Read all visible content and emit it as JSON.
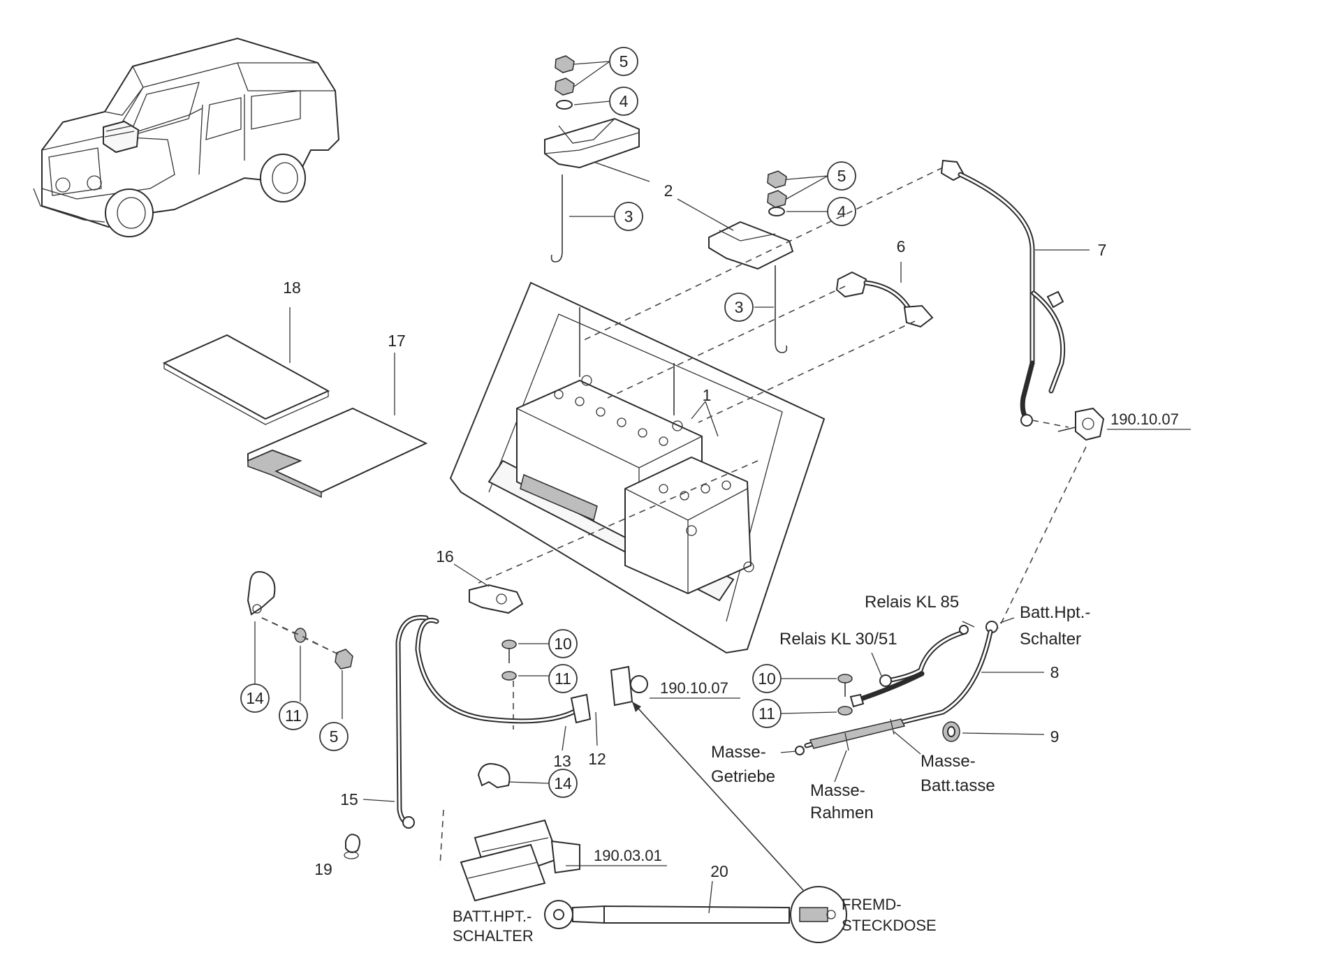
{
  "diagram": {
    "callouts": {
      "c1": "1",
      "c2": "2",
      "c3a": "3",
      "c3b": "3",
      "c4a": "4",
      "c4b": "4",
      "c5a": "5",
      "c5b": "5",
      "c5c": "5",
      "c6": "6",
      "c7": "7",
      "c8": "8",
      "c9": "9",
      "c10a": "10",
      "c10b": "10",
      "c11a": "11",
      "c11b": "11",
      "c11c": "11",
      "c12": "12",
      "c13": "13",
      "c14a": "14",
      "c14b": "14",
      "c15": "15",
      "c16": "16",
      "c17": "17",
      "c18": "18",
      "c19": "19",
      "c20": "20"
    },
    "references": {
      "ref_batt_switch": "190.10.07",
      "ref_socket": "190.10.07",
      "ref_starter": "190.03.01"
    },
    "labels": {
      "relais_85": "Relais KL 85",
      "relais_30": "Relais KL 30/51",
      "batt_hpt_1": "Batt.Hpt.-",
      "batt_hpt_2": "Schalter",
      "masse_getriebe_1": "Masse-",
      "masse_getriebe_2": "Getriebe",
      "masse_rahmen_1": "Masse-",
      "masse_rahmen_2": "Rahmen",
      "masse_batt_1": "Masse-",
      "masse_batt_2": "Batt.tasse",
      "batt_caps_1": "BATT.HPT.-",
      "batt_caps_2": "SCHALTER",
      "fremd_1": "FREMD-",
      "fremd_2": "STECKDOSE"
    }
  }
}
